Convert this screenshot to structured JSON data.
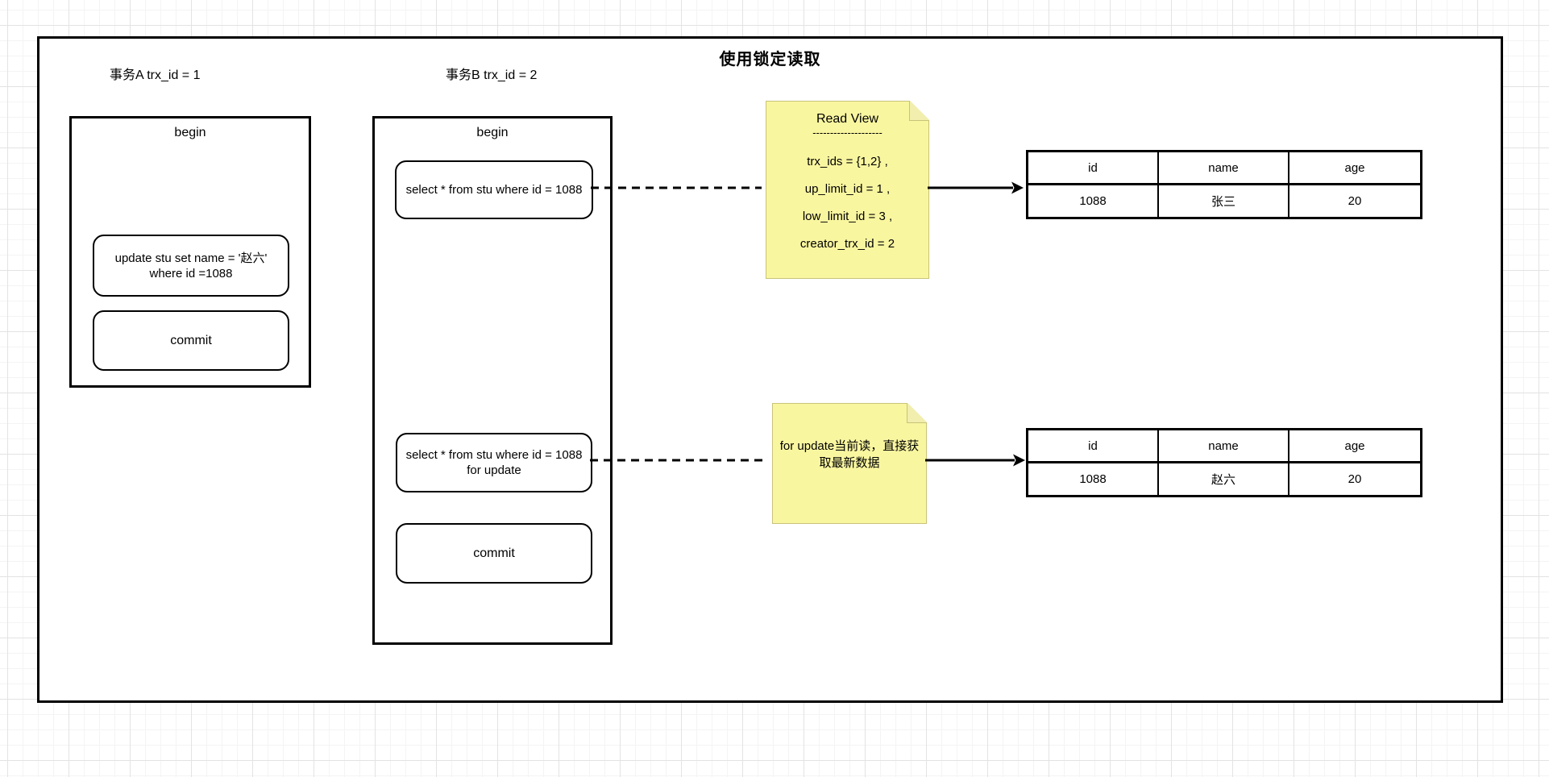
{
  "title": "使用锁定读取",
  "transaction_a": {
    "label": "事务A trx_id = 1",
    "begin_label": "begin",
    "update_statement": "update stu set name = '赵六' where id =1088",
    "commit_label": "commit"
  },
  "transaction_b": {
    "label": "事务B trx_id = 2",
    "begin_label": "begin",
    "select_statement_1": "select * from stu where id = 1088",
    "select_statement_2": "select * from stu where id = 1088 for update",
    "commit_label": "commit"
  },
  "read_view_note": {
    "title": "Read View",
    "separator": "--------------------",
    "lines": [
      "trx_ids = {1,2} ,",
      "up_limit_id = 1 ,",
      "low_limit_id = 3 ,",
      "creator_trx_id = 2"
    ]
  },
  "for_update_note": {
    "text": "for update当前读，直接获取最新数据"
  },
  "result_table_1": {
    "headers": [
      "id",
      "name",
      "age"
    ],
    "rows": [
      [
        "1088",
        "张三",
        "20"
      ]
    ]
  },
  "result_table_2": {
    "headers": [
      "id",
      "name",
      "age"
    ],
    "rows": [
      [
        "1088",
        "赵六",
        "20"
      ]
    ]
  },
  "colors": {
    "note_fill": "#F9F6A0",
    "note_border": "#C8C379",
    "note_fold": "#F1EEAE",
    "line_color": "#000000",
    "grid_minor": "#F4F4F4",
    "grid_major": "#E3E3E3"
  }
}
